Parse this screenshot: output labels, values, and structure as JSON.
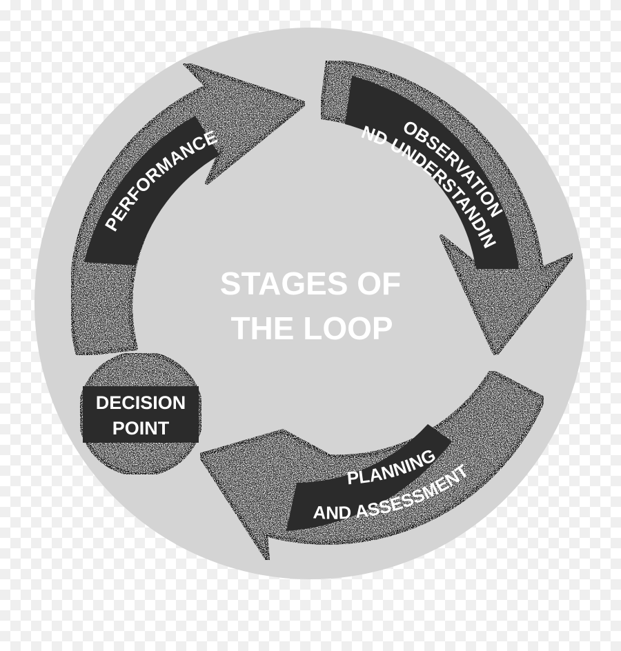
{
  "diagram": {
    "center_title_line1": "STAGES OF",
    "center_title_line2": "THE LOOP",
    "stages": {
      "performance": "PERFORMANCE",
      "observation_line1": "OBSERVATION",
      "observation_line2": "AND UNDERSTANDING",
      "planning_line1": "PLANNING",
      "planning_line2": "AND ASSESSMENT"
    },
    "decision_point_line1": "DECISION",
    "decision_point_line2": "POINT"
  },
  "colors": {
    "circle": "#d4d4d4",
    "arrow_dark": "#2b2b2b",
    "arrow_outline": "#1a1a1a",
    "speckle": "#f2f2f2",
    "center_text": "#ffffff"
  }
}
